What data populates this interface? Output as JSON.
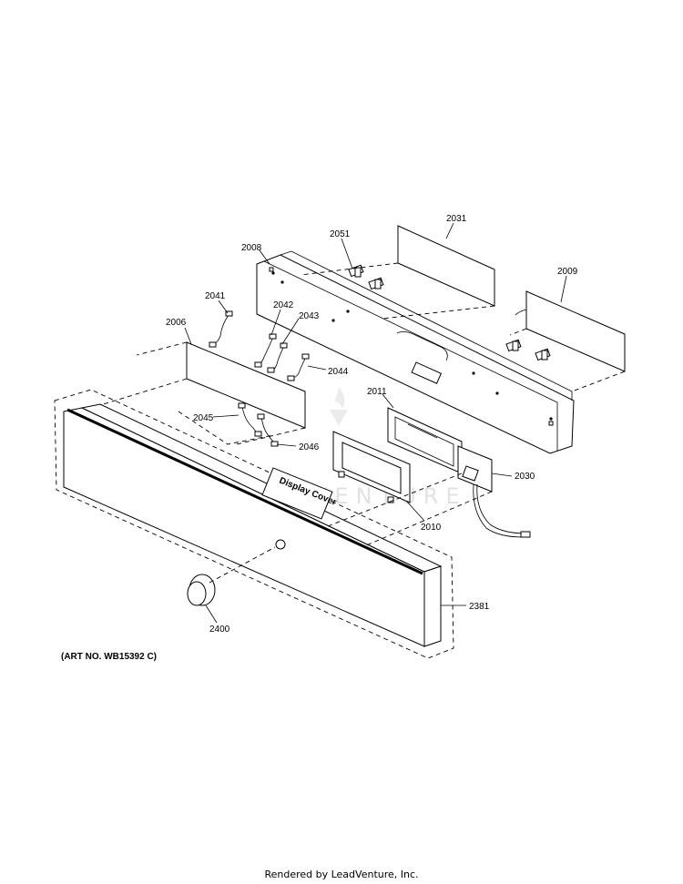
{
  "diagram": {
    "part_labels": [
      "2031",
      "2051",
      "2008",
      "2009",
      "2041",
      "2042",
      "2043",
      "2006",
      "2044",
      "2011",
      "2045",
      "2046",
      "2030",
      "2010",
      "2381",
      "2400"
    ],
    "panel_text": "Display Cover",
    "watermark": "LEADVENTURE",
    "art_number": "(ART NO. WB15392 C)"
  },
  "footer": {
    "text": "Rendered by LeadVenture, Inc."
  }
}
